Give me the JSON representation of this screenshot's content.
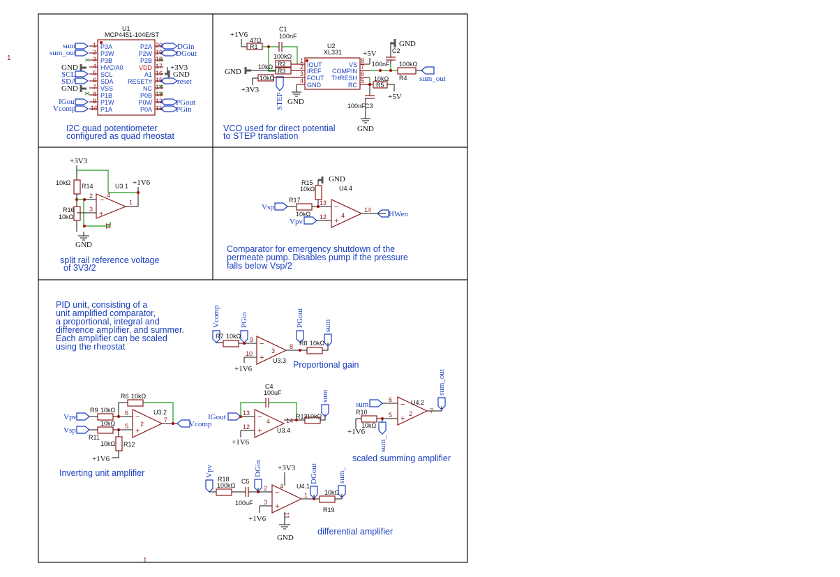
{
  "margin_marks": [
    "1",
    "1"
  ],
  "blocks": {
    "i2c": {
      "ref": "U1",
      "part": "MCP4451-104E/ST",
      "left_pins": [
        {
          "net": "sum",
          "num": "1",
          "name": "P3A"
        },
        {
          "net": "sum_out",
          "num": "2",
          "name": "P3W"
        },
        {
          "net": "",
          "num": "3",
          "name": "P3B"
        },
        {
          "net": "GND",
          "num": "4",
          "name": "HVC/A0"
        },
        {
          "net": "SCL",
          "num": "5",
          "name": "SCL"
        },
        {
          "net": "SDA",
          "num": "6",
          "name": "SDA"
        },
        {
          "net": "GND",
          "num": "7",
          "name": "VSS"
        },
        {
          "net": "",
          "num": "8",
          "name": "P1B"
        },
        {
          "net": "IGout",
          "num": "9",
          "name": "P1W"
        },
        {
          "net": "Vcomp",
          "num": "10",
          "name": "P1A"
        }
      ],
      "right_pins": [
        {
          "net": "DGin",
          "num": "20",
          "name": "P2A"
        },
        {
          "net": "DGout",
          "num": "19",
          "name": "P2W"
        },
        {
          "net": "",
          "num": "18",
          "name": "P2B"
        },
        {
          "net": "+3V3",
          "num": "17",
          "name": "VDD"
        },
        {
          "net": "GND",
          "num": "16",
          "name": "A1"
        },
        {
          "net": "reset",
          "num": "15",
          "name": "RESET#"
        },
        {
          "net": "",
          "num": "14",
          "name": "NC"
        },
        {
          "net": "",
          "num": "13",
          "name": "P0B"
        },
        {
          "net": "PGout",
          "num": "12",
          "name": "P0W"
        },
        {
          "net": "PGin",
          "num": "11",
          "name": "P0A"
        }
      ],
      "caption": [
        "I2C quad potentiometer",
        "configured as quad rheostat"
      ]
    },
    "vco": {
      "supply": "+1V6",
      "r1_ref": "R1",
      "r1_val": "47Ω",
      "c1_ref": "C1",
      "c1_val": "100nF",
      "u2_ref": "U2",
      "u2_part": "XL331",
      "r2_ref": "R2",
      "r2_val": "100kΩ",
      "r3_ref": "R3",
      "r3_val": "10kΩ",
      "r_extra_val": "10kΩ",
      "gnd": "GND",
      "supply_3v3": "+3V3",
      "step": "STEP",
      "left_pins": [
        {
          "num": "1",
          "name": "IOUT"
        },
        {
          "num": "2",
          "name": "IREF"
        },
        {
          "num": "3",
          "name": "FOUT"
        },
        {
          "num": "4",
          "name": "GND"
        }
      ],
      "right_pins": [
        {
          "num": "8",
          "name": "VS"
        },
        {
          "num": "7",
          "name": "COMPIN"
        },
        {
          "num": "6",
          "name": "THRESH"
        },
        {
          "num": "5",
          "name": "RC"
        }
      ],
      "plus5v": "+5V",
      "c2_ref": "C2",
      "c2_val": "100nF",
      "r4_ref": "R4",
      "r4_val": "100kΩ",
      "sum_out": "sum_out",
      "r5_ref": "R5",
      "r5_val": "10kΩ",
      "c3_ref": "C3",
      "c3_val": "100nF",
      "caption": [
        "VCO used for direct potential",
        "to STEP translation"
      ]
    },
    "split": {
      "supply": "+3V3",
      "r14_ref": "R14",
      "r14_val": "10kΩ",
      "r16_ref": "R16",
      "r16_val": "10kΩ",
      "u_ref": "U3.1",
      "out_net": "+1V6",
      "gnd": "GND",
      "pins": {
        "inv": "2",
        "noninv": "3",
        "out": "1",
        "vdd": "4",
        "vss": "11"
      },
      "caption": [
        "split rail reference voltage",
        "of 3V3/2"
      ]
    },
    "comparator": {
      "gnd": "GND",
      "r15_ref": "R15",
      "r15_val": "10kΩ",
      "r17_ref": "R17",
      "r17_val": "10kΩ",
      "u_ref": "U4.4",
      "in1": "Vsp",
      "in2": "Vpv",
      "out": "HWen",
      "pins": {
        "inv": "13",
        "noninv": "12",
        "out": "14",
        "mid": "4"
      },
      "caption": [
        "Comparator for emergency shutdown of the",
        "permeate pump. Disables pump if the pressure",
        "falls below Vsp/2"
      ]
    },
    "pid": {
      "intro": [
        "PID unit, consisting of a",
        "unit amplified comparator,",
        "a proportional, integral and",
        "difference amplifier, and summer.",
        "Each amplifier can be scaled",
        "using the rheostat"
      ],
      "prop": {
        "in_a": "Vcomp",
        "in_b": "PGin",
        "out_a": "PGout",
        "out_b": "sum",
        "r7_ref": "R7",
        "r7_val": "10kΩ",
        "r8_ref": "R8",
        "r8_val": "10kΩ",
        "u_ref": "U3.3",
        "bias": "+1V6",
        "pins": {
          "inv": "9",
          "noninv": "10",
          "out": "8",
          "mid": "3"
        },
        "caption": "Proportional gain"
      },
      "inv": {
        "vpv": "Vpv",
        "vsp": "Vsp",
        "out": "Vcomp",
        "r6_ref": "R6",
        "r6_val": "10kΩ",
        "r9_ref": "R9",
        "r9_val": "10kΩ",
        "r11_ref": "R11",
        "r11_val": "10kΩ",
        "r12_ref": "R12",
        "r12_val": "10kΩ",
        "u_ref": "U3.2",
        "bias": "+1V6",
        "pins": {
          "inv": "6",
          "noninv": "5",
          "out": "7",
          "mid": "2"
        },
        "caption": "Inverting unit amplifier"
      },
      "integ": {
        "in": "IGout",
        "out": "sum",
        "c4_ref": "C4",
        "c4_val": "100uF",
        "r13_ref": "R13",
        "r13_val": "10kΩ",
        "u_ref": "U3.4",
        "bias": "+1V6",
        "pins": {
          "inv": "13",
          "noninv": "12",
          "out": "14",
          "mid": "4"
        }
      },
      "summer": {
        "in": "sum",
        "out": "sum_out",
        "fb": "sum_",
        "r10_ref": "R10",
        "r10_val": "10kΩ",
        "u_ref": "U4.2",
        "bias": "+1V6",
        "pins": {
          "inv": "6",
          "noninv": "5",
          "out": "7",
          "mid": "2"
        },
        "caption": "scaled summing amplifier"
      },
      "diff": {
        "vpv": "Vpv",
        "dgin": "DGin",
        "dgout": "DGout",
        "out": "sum_",
        "r18_ref": "R18",
        "r18_val": "100kΩ",
        "c5_ref": "C5",
        "c5_val": "100uF",
        "r19_ref": "R19",
        "r19_val": "10kΩ",
        "u_ref": "U4.1",
        "supply": "+3V3",
        "bias": "+1V6",
        "gnd": "GND",
        "pins": {
          "inv": "2",
          "noninv": "3",
          "out": "1",
          "vdd": "4",
          "vss": "11"
        },
        "caption": "differential amplifier"
      }
    }
  }
}
